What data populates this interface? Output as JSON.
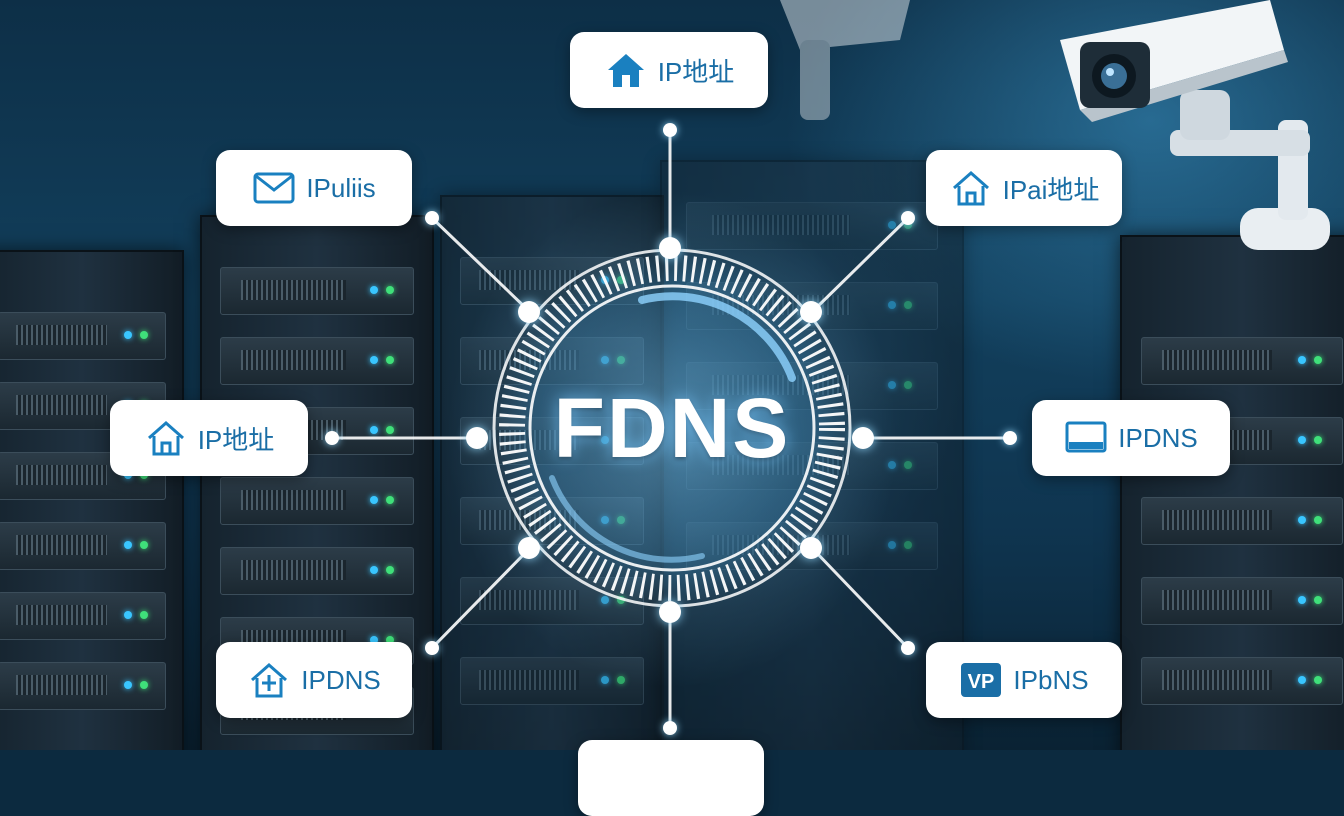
{
  "hub": {
    "title": "FDNS"
  },
  "labels": {
    "top": {
      "text": "IP地址",
      "icon": "house-icon"
    },
    "upper_left": {
      "text": "IPuliis",
      "icon": "mail-icon"
    },
    "upper_right": {
      "text": "IPai地址",
      "icon": "house-icon"
    },
    "left": {
      "text": "IP地址",
      "icon": "house-icon"
    },
    "right": {
      "text": "IPDNS",
      "icon": "monitor-icon"
    },
    "lower_left": {
      "text": "IPDNS",
      "icon": "upload-house-icon"
    },
    "lower_right": {
      "text": "IPbNS",
      "icon": "vp-badge-icon",
      "badge": "VP"
    }
  },
  "colors": {
    "accent": "#1a6ea6",
    "icon": "#1a80c0",
    "background": "#0d2f47"
  }
}
